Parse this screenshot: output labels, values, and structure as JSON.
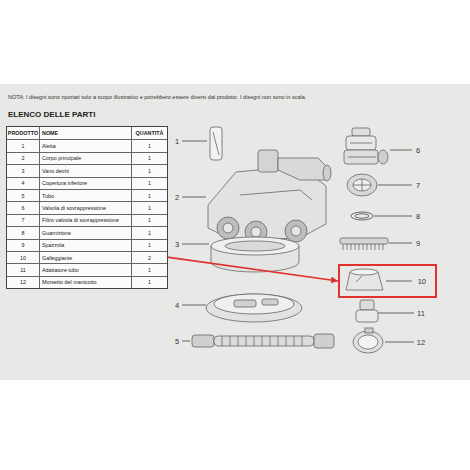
{
  "diagram": {
    "nodes": [
      {
        "text": [
          "10",
          "Galleggiante",
          "2"
        ]
      },
      {
        "text": [
          "10"
        ]
      }
    ],
    "edges": [
      {
        "from": 0,
        "to": 1,
        "arrow": "to"
      }
    ],
    "labels": [
      "NOTA: I disegni sono riportati solo a scopo illustrativo e potrebbero essere diversi dal prodotto. I disegni non sono in scala.",
      "ELENCO DELLE PARTI",
      "PRODOTTO",
      "NOME",
      "QUANTITÀ",
      "1",
      "Aletta",
      "1",
      "2",
      "Corpo principale",
      "1",
      "3",
      "Vano detriti",
      "1",
      "4",
      "Copertura inferiore",
      "1",
      "5",
      "Tubo",
      "1",
      "6",
      "Valvola di sovrappressione",
      "1",
      "7",
      "Filtro valvola di sovrappressione",
      "1",
      "8",
      "Guarnizione",
      "1",
      "9",
      "Spazzola",
      "1",
      "11",
      "Adattatore tubo",
      "1",
      "12",
      "Morsetto del manicotto",
      "1",
      "1",
      "2",
      "3",
      "4",
      "5",
      "6",
      "7",
      "8",
      "9",
      "11",
      "12"
    ]
  }
}
